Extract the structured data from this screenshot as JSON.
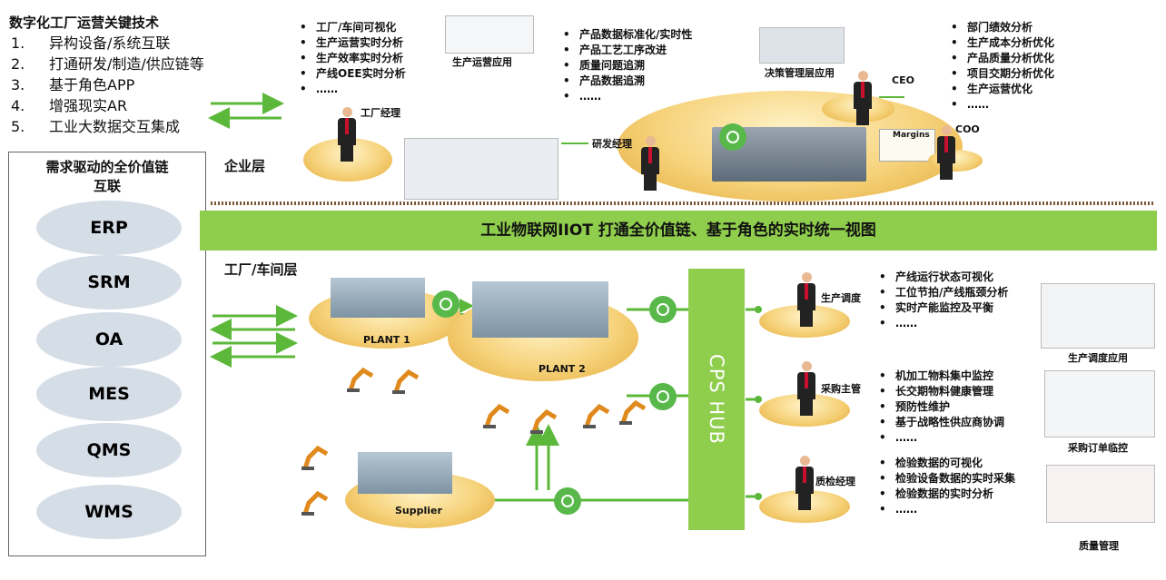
{
  "title": "数字化工厂运营关键技术",
  "key_techs": [
    {
      "num": "1.",
      "text": "异构设备/系统互联"
    },
    {
      "num": "2.",
      "text": "打通研发/制造/供应链等"
    },
    {
      "num": "3.",
      "text": "基于角色APP"
    },
    {
      "num": "4.",
      "text": "增强现实AR"
    },
    {
      "num": "5.",
      "text": "工业大数据交互集成"
    }
  ],
  "value_chain": {
    "title_line1": "需求驱动的全价值链",
    "title_line2": "互联",
    "systems": [
      "ERP",
      "SRM",
      "OA",
      "MES",
      "QMS",
      "WMS"
    ]
  },
  "enterprise": {
    "layer_label": "企业层",
    "factory_manager": {
      "label": "工厂经理",
      "bullets": [
        "工厂/车间可视化",
        "生产运营实时分析",
        "生产效率实时分析",
        "产线OEE实时分析",
        "……"
      ]
    },
    "app_production_ops": "生产运营应用",
    "rd_manager": {
      "label": "研发经理",
      "bullets": [
        "产品数据标准化/实时性",
        "产品工艺工序改进",
        "质量问题追溯",
        "产品数据追溯",
        "……"
      ]
    },
    "app_decision": "决策管理层应用",
    "ceo": {
      "label": "CEO",
      "bullets": [
        "部门绩效分析",
        "生产成本分析优化",
        "产品质量分析优化",
        "项目交期分析优化",
        "生产运营优化",
        "……"
      ]
    },
    "coo_label": "COO",
    "margins_label": "Margins"
  },
  "banner": "工业物联网IIOT 打通全价值链、基于角色的实时统一视图",
  "factory_layer": {
    "layer_label": "工厂/车间层",
    "plants": [
      "PLANT 1",
      "PLANT 2",
      "Supplier"
    ],
    "hub": "CPS HUB",
    "roles": [
      {
        "label": "生产调度",
        "bullets": [
          "产线运行状态可视化",
          "工位节拍/产线瓶颈分析",
          "实时产能监控及平衡",
          "……"
        ],
        "app": "生产调度应用"
      },
      {
        "label": "采购主管",
        "bullets": [
          "机加工物料集中监控",
          "长交期物料健康管理",
          "预防性维护",
          "基于战略性供应商协调",
          "……"
        ],
        "app": "采购订单临控"
      },
      {
        "label": "质检经理",
        "bullets": [
          "检验数据的可视化",
          "检验设备数据的实时采集",
          "检验数据的实时分析",
          "……"
        ],
        "app": "质量管理"
      }
    ]
  },
  "colors": {
    "accent_green": "#8fcd4c",
    "arrow_green": "#5cb83a",
    "disc_gold": "#f6d27a"
  }
}
